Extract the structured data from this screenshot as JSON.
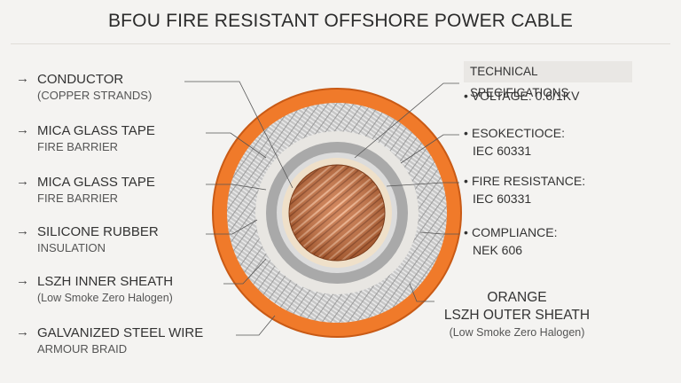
{
  "title": "BFOU FIRE RESISTANT OFFSHORE POWER CABLE",
  "left_labels": [
    {
      "icon": "arrow-right-icon",
      "arrow": "→",
      "main": "CONDUCTOR",
      "sub": "(COPPER STRANDS)"
    },
    {
      "icon": "arrow-right-icon",
      "arrow": "→",
      "main": "MICA GLASS TAPE",
      "sub": "FIRE BARRIER"
    },
    {
      "icon": "arrow-right-icon",
      "arrow": "→",
      "main": "MICA GLASS TAPE",
      "sub": "FIRE BARRIER"
    },
    {
      "icon": "arrow-right-icon",
      "arrow": "→",
      "main": "SILICONE RUBBER",
      "sub": "INSULATION"
    },
    {
      "icon": "arrow-right-icon",
      "arrow": "→",
      "main": "LSZH INNER SHEATH",
      "sub": "(Low Smoke Zero Halogen)"
    },
    {
      "icon": "arrow-right-icon",
      "arrow": "→",
      "main": "GALVANIZED STEEL WIRE",
      "sub": "ARMOUR BRAID"
    }
  ],
  "specs": {
    "heading": "TECHNICAL SPECIFICATIONS",
    "voltage": "• VOLTAGE: 0.6/1KV",
    "smoke_label": "ESOKECTIOCE:",
    "smoke_value": "IEC 60331",
    "fire_label": "FIRE RESISTANCE:",
    "fire_value": "IEC 60331",
    "compliance_label": "COMPLIANCE:",
    "compliance_value": "NEK 606",
    "bullet": "•"
  },
  "outer_label": {
    "line1": "ORANGE",
    "line2": "LSZH OUTER SHEATH",
    "line3": "(Low Smoke Zero Halogen)"
  },
  "colors": {
    "outer_sheath": "#f07a2a",
    "armour_braid": "#c9c9c9",
    "inner_sheath": "#e6e4e0",
    "mica_tape_1": "#a8a8a8",
    "mica_tape_2": "#d8d8d8",
    "insulation": "#efe0c9",
    "copper": "#c8703f"
  }
}
